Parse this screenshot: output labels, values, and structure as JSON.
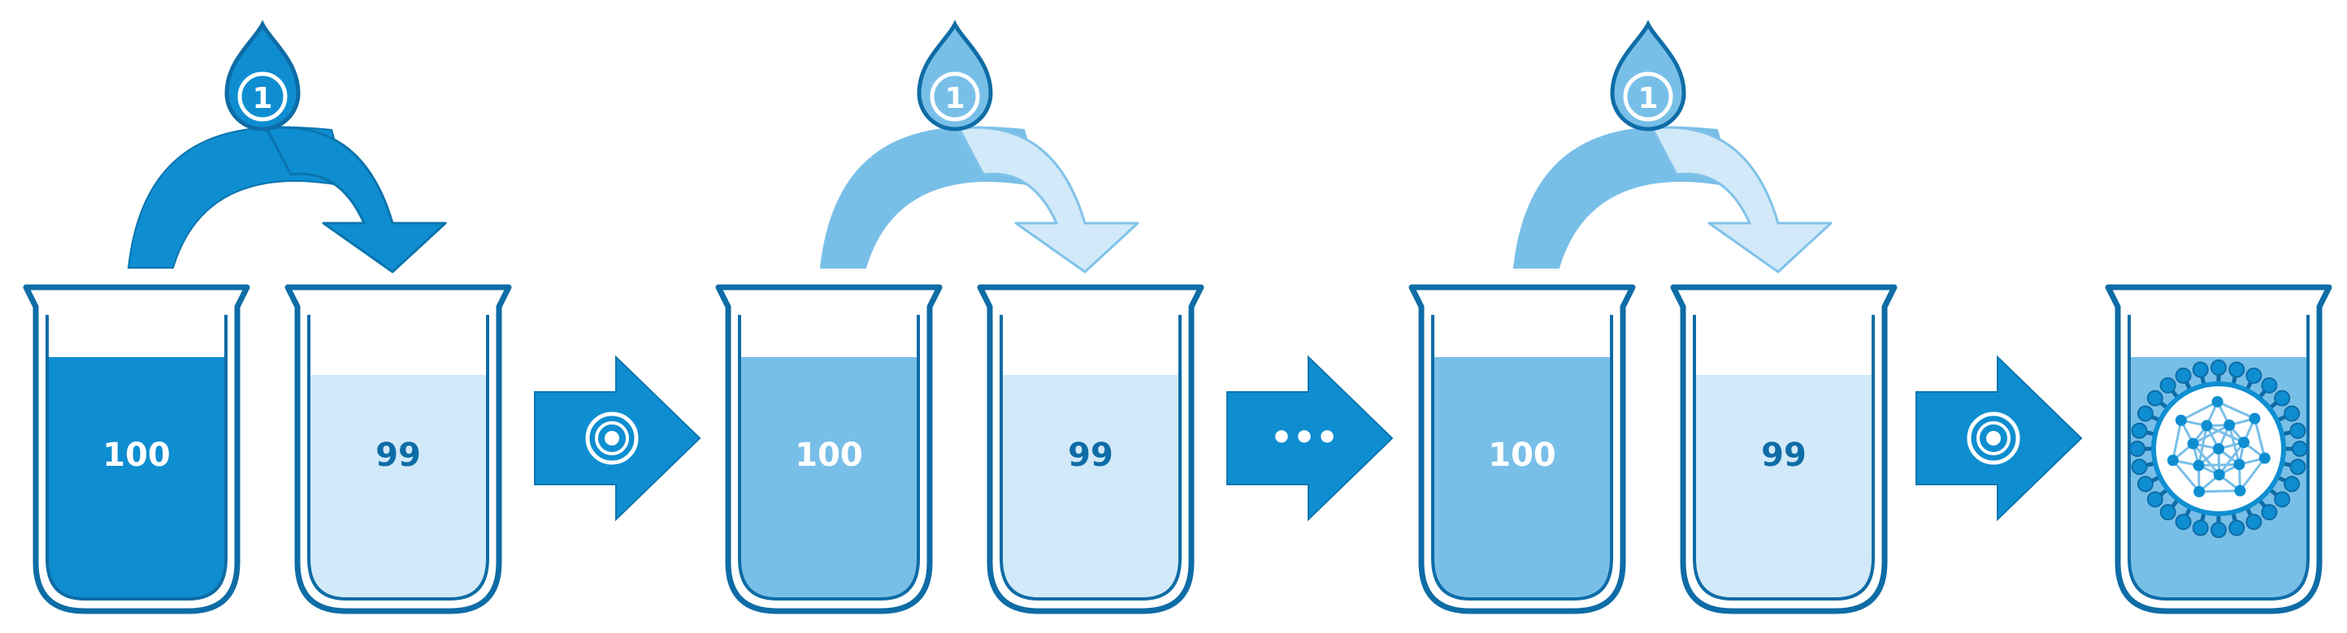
{
  "colors": {
    "outline": "#0e6ca6",
    "dark": "#0e8ed1",
    "dark_shade": "#0a74ad",
    "medium": "#78bfe8",
    "light": "#d1e9f8",
    "light_edge": "#7fc2ea",
    "white": "#ffffff"
  },
  "stages": [
    {
      "drop_label": "1",
      "beaker_a_label": "100",
      "beaker_b_label": "99",
      "arrow_style": "dark",
      "liquid_a": "dark"
    },
    {
      "drop_label": "1",
      "beaker_a_label": "100",
      "beaker_b_label": "99",
      "arrow_style": "light",
      "liquid_a": "medium"
    },
    {
      "drop_label": "1",
      "beaker_a_label": "100",
      "beaker_b_label": "99",
      "arrow_style": "light",
      "liquid_a": "medium"
    }
  ],
  "connectors": [
    {
      "icon": "concentric-circles-icon",
      "label": ""
    },
    {
      "icon": "ellipsis-icon",
      "label": "•••"
    },
    {
      "icon": "concentric-circles-icon",
      "label": ""
    }
  ],
  "final_beaker": {
    "icon": "virus-particle-icon",
    "liquid": "medium"
  }
}
